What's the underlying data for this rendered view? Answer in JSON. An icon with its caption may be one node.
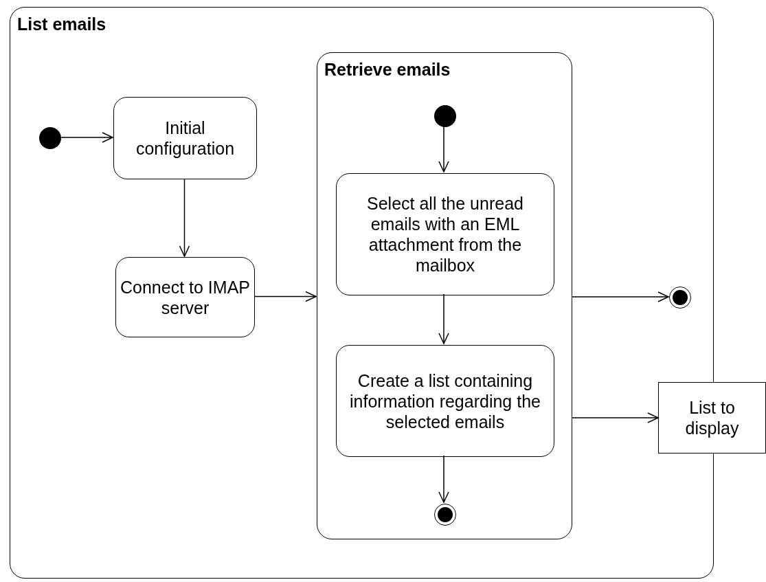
{
  "diagram": {
    "nodes": [
      {
        "text": [
          "List emails"
        ]
      },
      {
        "text": [],
        "shape": "circle",
        "in": 0
      },
      {
        "text": [
          "Initial configuration"
        ],
        "in": 0
      },
      {
        "text": [
          "Connect to IMAP server"
        ],
        "in": 0
      },
      {
        "text": [
          "Retrieve emails"
        ],
        "in": 0
      },
      {
        "text": [],
        "shape": "circle",
        "in": 4
      },
      {
        "text": [
          "Select all the unread emails with an EML attachment from the mailbox"
        ],
        "in": 4
      },
      {
        "text": [
          "Create a list containing information regarding the selected emails"
        ],
        "in": 4
      },
      {
        "text": [],
        "shape": "bullseye",
        "in": 4
      },
      {
        "text": [],
        "shape": "bullseye",
        "in": 0
      },
      {
        "text": [
          "List to display"
        ]
      }
    ],
    "edges": [
      {
        "from": 1,
        "to": 2,
        "arrow": "to"
      },
      {
        "from": 2,
        "to": 3,
        "arrow": "to"
      },
      {
        "from": 3,
        "to": 4,
        "arrow": "to"
      },
      {
        "from": 5,
        "to": 6,
        "arrow": "to"
      },
      {
        "from": 6,
        "to": 7,
        "arrow": "to"
      },
      {
        "from": 7,
        "to": 8,
        "arrow": "to"
      },
      {
        "from": 4,
        "to": 9,
        "arrow": "to"
      },
      {
        "from": 4,
        "to": 10,
        "arrow": "to"
      }
    ]
  }
}
